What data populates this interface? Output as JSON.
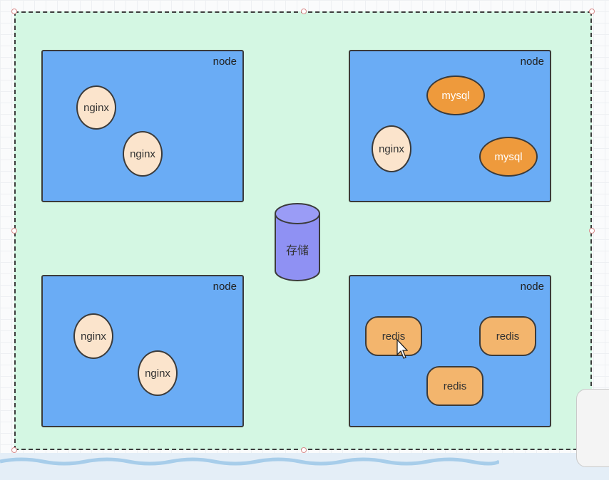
{
  "nodes": [
    {
      "label": "node",
      "pods": [
        "nginx",
        "nginx"
      ]
    },
    {
      "label": "node",
      "pods": [
        "mysql",
        "nginx",
        "mysql"
      ]
    },
    {
      "label": "node",
      "pods": [
        "nginx",
        "nginx"
      ]
    },
    {
      "label": "node",
      "pods": [
        "redis",
        "redis",
        "redis"
      ]
    }
  ],
  "storage": {
    "label": "存储"
  },
  "colors": {
    "canvas": "#d4f7e3",
    "node": "#6aacf5",
    "nginx": "#fbe4cc",
    "mysql": "#ee9a3c",
    "redis": "#f3b56d",
    "storage": "#8f91f3"
  }
}
